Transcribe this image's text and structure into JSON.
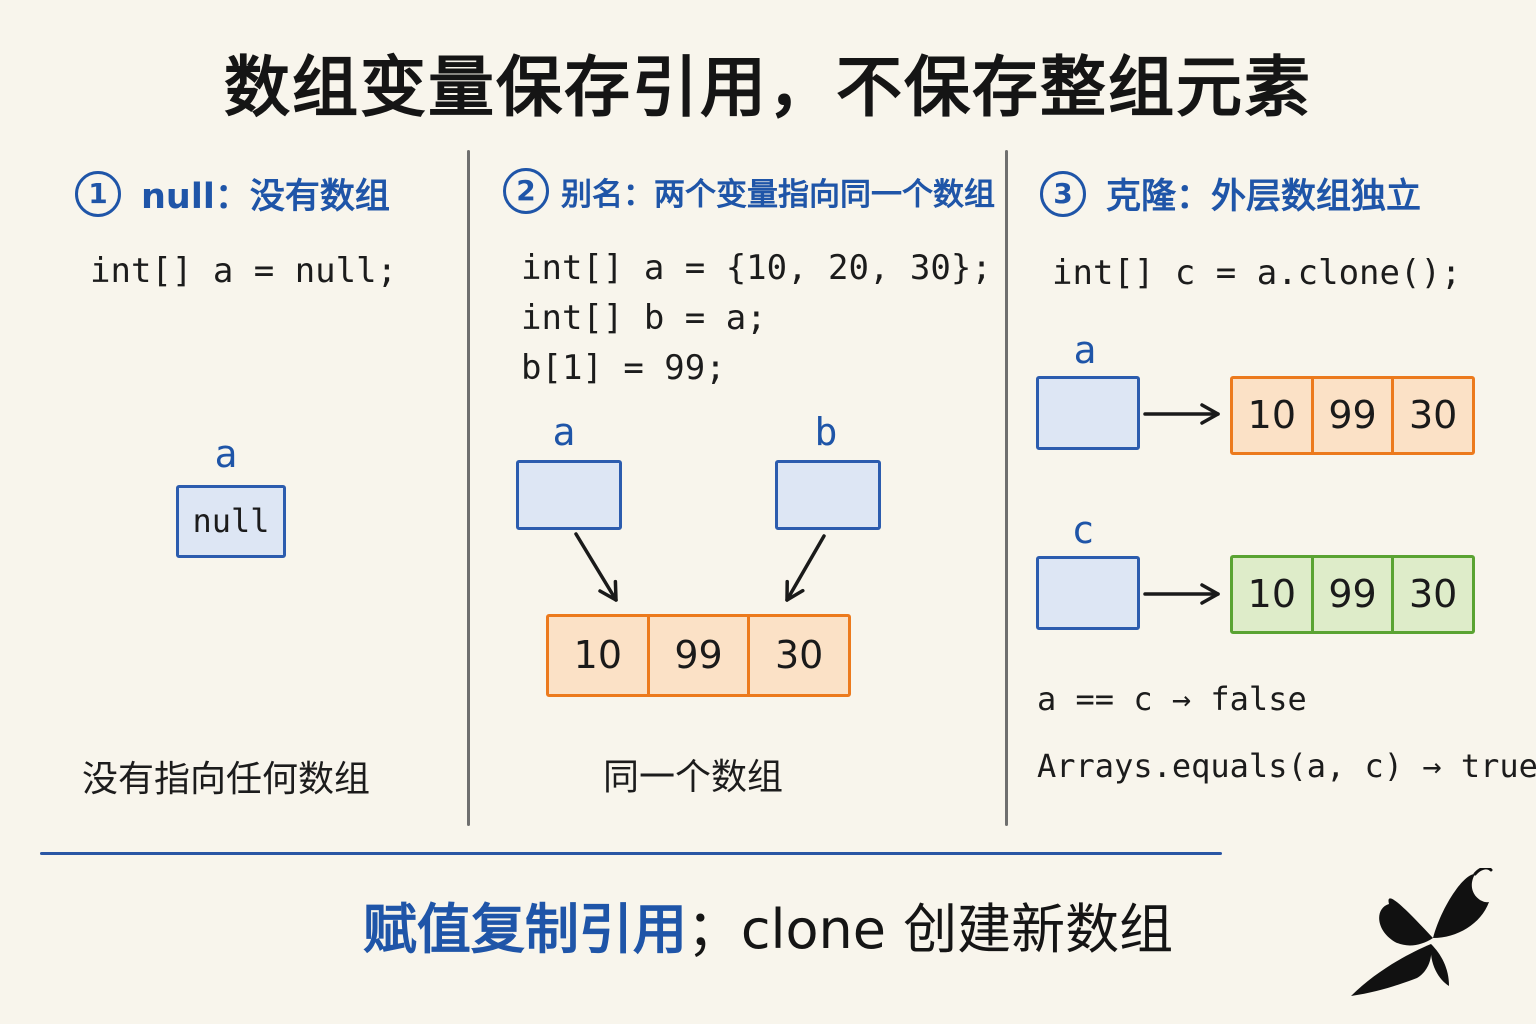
{
  "title": "数组变量保存引用，不保存整组元素",
  "panel1": {
    "number": "1",
    "heading": "null：没有数组",
    "code": [
      "int[] a = null;"
    ],
    "var_label": "a",
    "box_value": "null",
    "caption": "没有指向任何数组"
  },
  "panel2": {
    "number": "2",
    "heading": "别名：两个变量指向同一个数组",
    "code": [
      "int[] a = {10, 20, 30};",
      "int[] b = a;",
      "b[1] = 99;"
    ],
    "var_a": "a",
    "var_b": "b",
    "array": [
      "10",
      "99",
      "30"
    ],
    "caption": "同一个数组"
  },
  "panel3": {
    "number": "3",
    "heading": "克隆：外层数组独立",
    "code": [
      "int[] c = a.clone();"
    ],
    "var_a": "a",
    "var_c": "c",
    "array_a": [
      "10",
      "99",
      "30"
    ],
    "array_c": [
      "10",
      "99",
      "30"
    ],
    "result1": "a == c → false",
    "result2": "Arrays.equals(a, c) → true"
  },
  "summary": {
    "part1": "赋值复制引用",
    "part2": "；clone 创建新数组"
  },
  "colors": {
    "accent_blue": "#1f55a8",
    "array_orange": "#ec7a1d",
    "array_green": "#5aa332",
    "ref_fill": "#dde6f4"
  },
  "icons": [
    "butterfly-logo-icon"
  ]
}
